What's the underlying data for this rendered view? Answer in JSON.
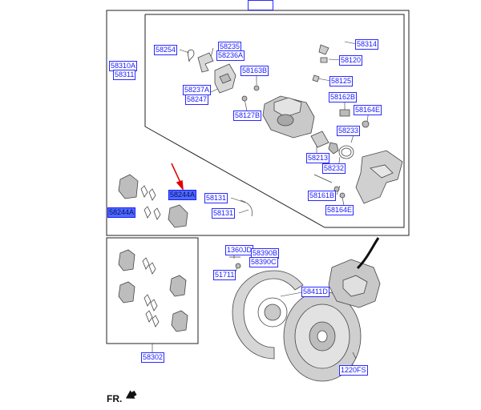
{
  "labels": {
    "top": "",
    "l58254": "58254",
    "l58235": "58235",
    "l58236A": "58236A",
    "l58314": "58314",
    "l58310A": "58310A",
    "l58311": "58311",
    "l58163B": "58163B",
    "l58120": "58120",
    "l58125": "58125",
    "l58237A": "58237A",
    "l58247": "58247",
    "l58162B": "58162B",
    "l58164E_top": "58164E",
    "l58127B": "58127B",
    "l58233": "58233",
    "l58213": "58213",
    "l58232": "58232",
    "l58244A_sel": "58244A",
    "l58131_a": "58131",
    "l58161B": "58161B",
    "l58244A": "58244A",
    "l58131_b": "58131",
    "l58164E_bottom": "58164E",
    "l1360JD": "1360JD",
    "l58390B": "58390B",
    "l58390C": "58390C",
    "l51711": "51711",
    "l58411D": "58411D",
    "l58302": "58302",
    "l1220FS": "1220FS"
  },
  "direction": "FR."
}
